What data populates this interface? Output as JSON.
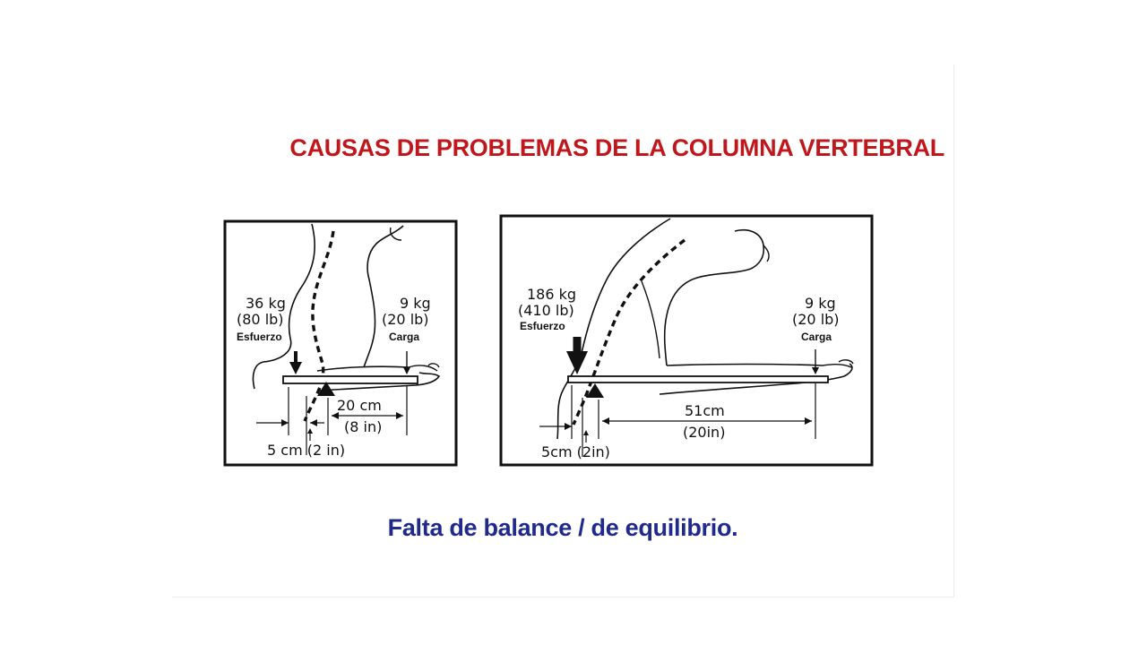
{
  "slide": {
    "title": "CAUSAS DE PROBLEMAS DE LA COLUMNA VERTEBRAL",
    "caption": "Falta de balance / de equilibrio.",
    "title_color": "#c0171d",
    "caption_color": "#1f2a8c"
  },
  "diagram_left": {
    "effort_weight_kg": "36 kg",
    "effort_weight_lb": "(80 lb)",
    "effort_label": "Esfuerzo",
    "load_weight_kg": "9 kg",
    "load_weight_lb": "(20 lb)",
    "load_label": "Carga",
    "long_arm_cm": "20 cm",
    "long_arm_in": "(8 in)",
    "short_arm": "5 cm (2 in)"
  },
  "diagram_right": {
    "effort_weight_kg": "186 kg",
    "effort_weight_lb": "(410 lb)",
    "effort_label": "Esfuerzo",
    "load_weight_kg": "9 kg",
    "load_weight_lb": "(20 lb)",
    "load_label": "Carga",
    "long_arm_cm": "51cm",
    "long_arm_in": "(20in)",
    "short_arm": "5cm (2in)"
  }
}
